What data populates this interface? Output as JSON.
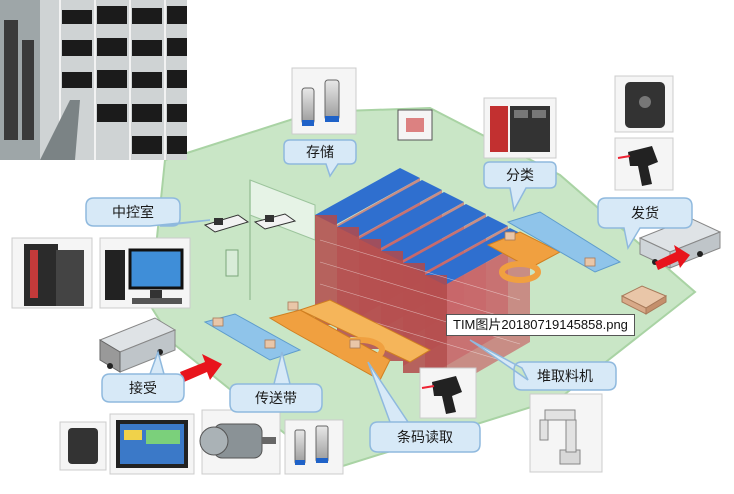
{
  "labels": {
    "storage": "存储",
    "sorting": "分类",
    "control_room": "中控室",
    "shipping": "发货",
    "receiving": "接受",
    "conveyor": "传送带",
    "barcode_reading": "条码读取",
    "stacker_crane": "堆取料机"
  },
  "tooltip": "TIM图片20180719145858.png",
  "colors": {
    "floor": "#c9e6c6",
    "floor_edge": "#a9d3a4",
    "callout_fill": "#d7e9f7",
    "callout_stroke": "#8fb9de",
    "rack_blue": "#2f6fcf",
    "rack_frame": "#b34a4a",
    "conveyor_orange": "#f0a040",
    "conveyor_blue": "#8fc4ea",
    "arrow_red": "#e8141c"
  },
  "icons": [
    "warehouse-photo",
    "proximity-sensor-icon",
    "server-rack-icon",
    "desktop-computer-icon",
    "control-cabinet-icon",
    "rfid-reader-icon",
    "barcode-scanner-icon",
    "delivery-truck-icon",
    "motor-icon",
    "touch-panel-icon",
    "robot-arm-icon",
    "boxes-icon",
    "operator-desk-icon"
  ]
}
